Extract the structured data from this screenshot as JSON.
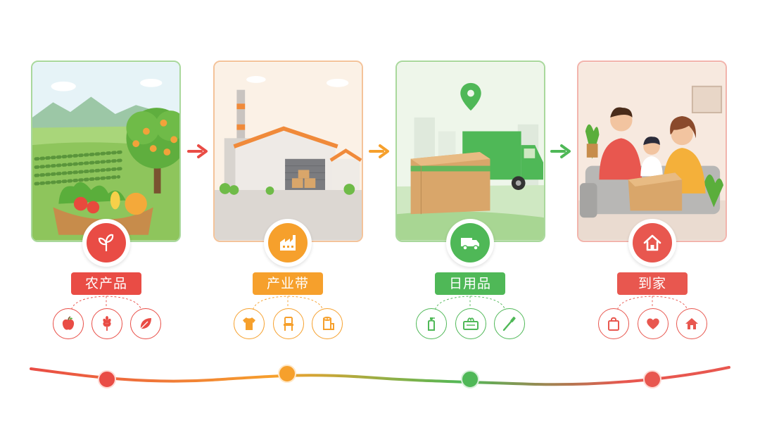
{
  "colors": {
    "red": "#e94c45",
    "orange": "#f6a02c",
    "green": "#4fb857",
    "coral": "#e8574f"
  },
  "stages": [
    {
      "label": "农产品",
      "scene": "farm-field-with-tree-and-vegetable-basket",
      "icon": "sprout-icon",
      "sub_icons": [
        "apple-icon",
        "wheat-icon",
        "leaf-icon"
      ]
    },
    {
      "label": "产业带",
      "scene": "factory-warehouse-with-chimney",
      "icon": "factory-icon",
      "sub_icons": [
        "tshirt-icon",
        "chair-icon",
        "toilet-roll-icon"
      ]
    },
    {
      "label": "日用品",
      "scene": "parcel-box-and-delivery-truck",
      "icon": "delivery-truck-icon",
      "sub_icons": [
        "soap-bottle-icon",
        "tissue-box-icon",
        "toothbrush-icon"
      ]
    },
    {
      "label": "到家",
      "scene": "family-opening-parcel-at-home",
      "icon": "home-icon",
      "sub_icons": [
        "shopping-bag-icon",
        "heart-icon",
        "house-icon"
      ]
    }
  ]
}
